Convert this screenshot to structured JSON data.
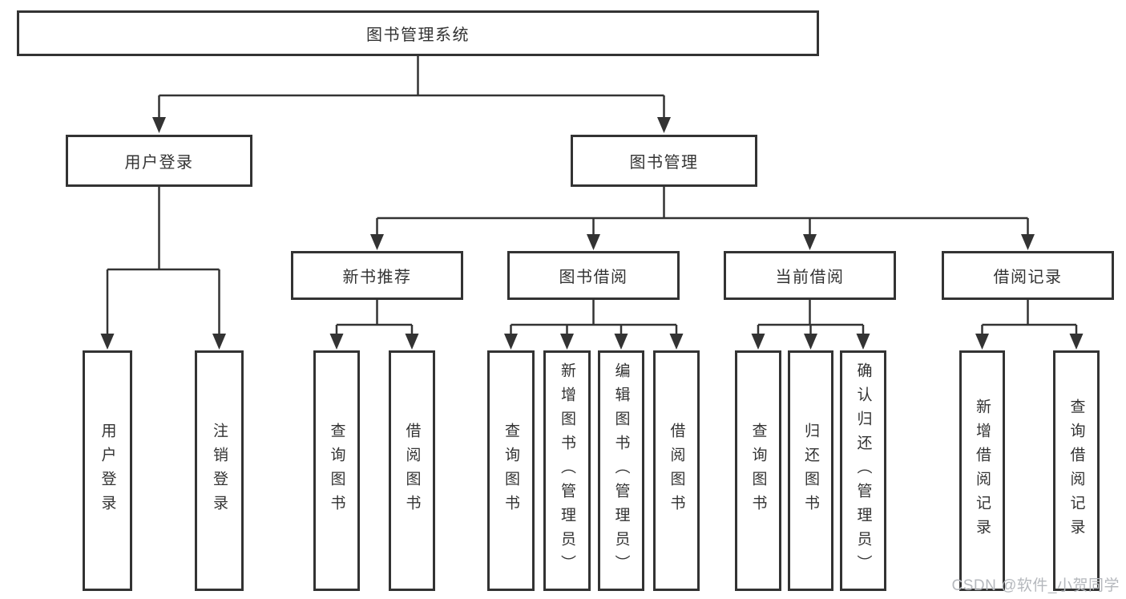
{
  "tree": {
    "root": {
      "label": "图书管理系统"
    },
    "branches": {
      "user_login": {
        "label": "用户登录",
        "children": {
          "login": {
            "label": "用户登录"
          },
          "logout": {
            "label": "注销登录"
          }
        }
      },
      "book_management": {
        "label": "图书管理",
        "children": {
          "new_book_recommend": {
            "label": "新书推荐",
            "children": {
              "query_books": {
                "label": "查询图书"
              },
              "borrow_books": {
                "label": "借阅图书"
              }
            }
          },
          "book_borrowing": {
            "label": "图书借阅",
            "children": {
              "query_books": {
                "label": "查询图书"
              },
              "add_books": {
                "label": "新增图书（管理员）"
              },
              "edit_books": {
                "label": "编辑图书（管理员）"
              },
              "borrow_books": {
                "label": "借阅图书"
              }
            }
          },
          "current_borrowing": {
            "label": "当前借阅",
            "children": {
              "query_books": {
                "label": "查询图书"
              },
              "return_books": {
                "label": "归还图书"
              },
              "confirm_return": {
                "label": "确认归还（管理员）"
              }
            }
          },
          "borrowing_records": {
            "label": "借阅记录",
            "children": {
              "add_record": {
                "label": "新增借阅记录"
              },
              "query_record": {
                "label": "查询借阅记录"
              }
            }
          }
        }
      }
    }
  },
  "watermark": {
    "text": "CSDN @软件_小贺同学"
  },
  "colors": {
    "line": "#333333",
    "box_border": "#333333",
    "text": "#333333",
    "watermark": "#b5b8bd",
    "background": "#ffffff"
  }
}
